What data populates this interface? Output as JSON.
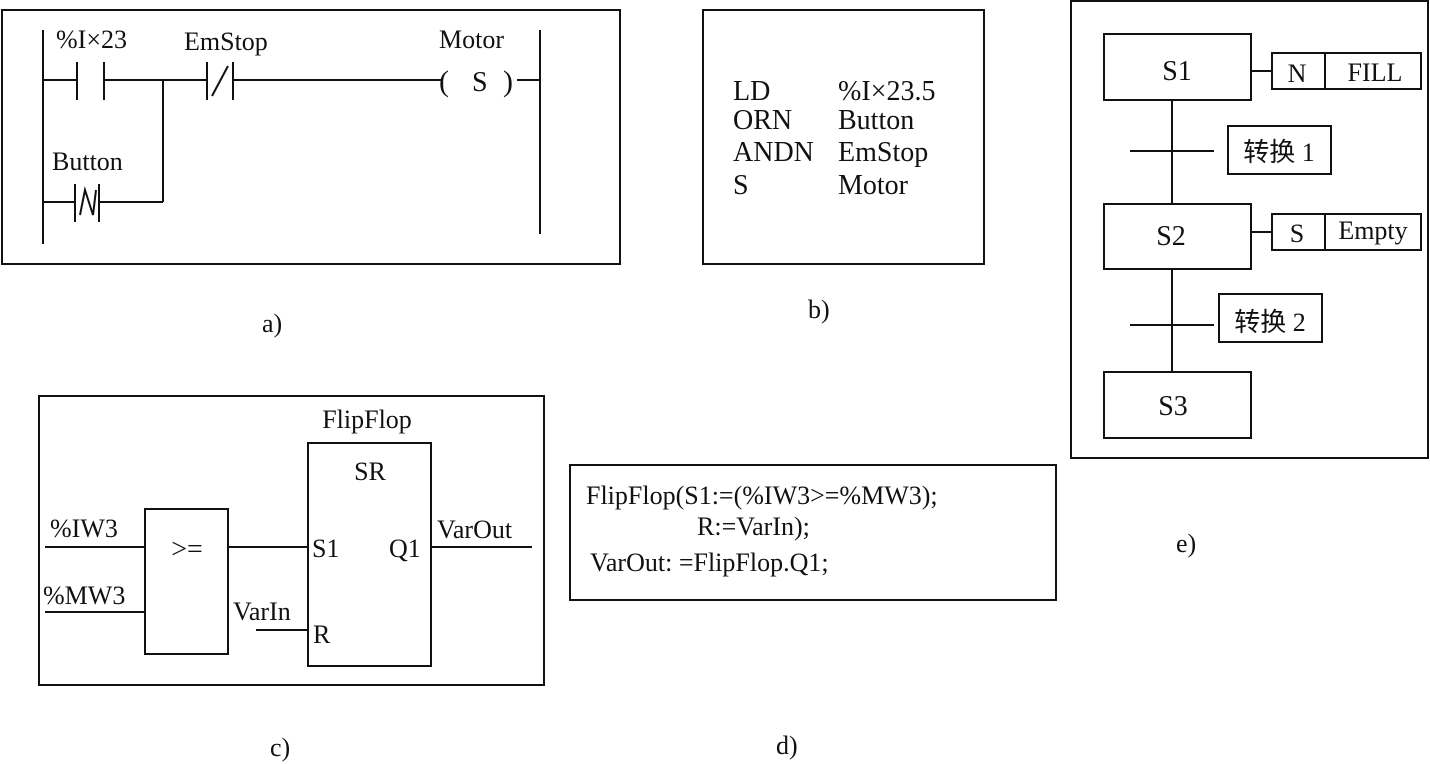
{
  "figure": {
    "panels": {
      "a": {
        "caption": "a)",
        "type": "ladder-diagram",
        "contact1_label": "%I×23",
        "contact2_label": "EmStop",
        "coil_label": "Motor",
        "coil_symbol": "S",
        "coil_open": "(",
        "coil_close": ")",
        "branch_contact_label": "Button"
      },
      "b": {
        "caption": "b)",
        "type": "instruction-list",
        "lines": [
          {
            "op": "LD",
            "operand": "%I×23.5"
          },
          {
            "op": "ORN",
            "operand": "Button"
          },
          {
            "op": "ANDN",
            "operand": "EmStop"
          },
          {
            "op": "S",
            "operand": "Motor"
          }
        ]
      },
      "c": {
        "caption": "c)",
        "type": "function-block-diagram",
        "instance_name": "FlipFlop",
        "block_type": "SR",
        "input_s1_pin": "S1",
        "input_r_pin": "R",
        "output_pin": "Q1",
        "compare_op": ">=",
        "compare_in1": "%IW3",
        "compare_in2": "%MW3",
        "reset_var": "VarIn",
        "output_var": "VarOut"
      },
      "d": {
        "caption": "d)",
        "type": "structured-text",
        "lines": [
          "FlipFlop(S1:=(%IW3>=%MW3);",
          "R:=VarIn);",
          "VarOut: =FlipFlop.Q1;"
        ]
      },
      "e": {
        "caption": "e)",
        "type": "sequential-function-chart",
        "steps": [
          "S1",
          "S2",
          "S3"
        ],
        "actions": [
          {
            "qualifier": "N",
            "name": "FILL"
          },
          {
            "qualifier": "S",
            "name": "Empty"
          }
        ],
        "transitions": [
          "转换 1",
          "转换 2"
        ]
      }
    }
  }
}
